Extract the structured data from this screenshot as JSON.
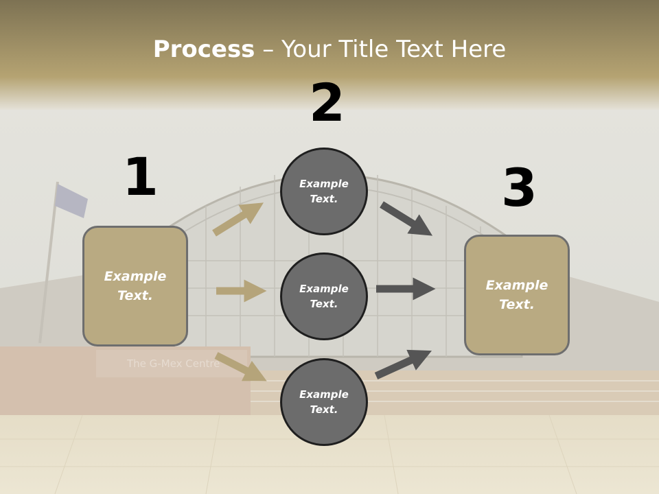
{
  "title": {
    "bold": "Process",
    "rest": " – Your Title Text Here"
  },
  "steps": {
    "one": "1",
    "two": "2",
    "three": "3"
  },
  "left_box": {
    "text": "Example\nText."
  },
  "right_box": {
    "text": "Example\nText."
  },
  "circles": [
    {
      "text": "Example\nText."
    },
    {
      "text": "Example\nText."
    },
    {
      "text": "Example\nText."
    }
  ],
  "background_label": "The G-Mex Centre",
  "colors": {
    "tan": "#b9aa82",
    "circle": "#6c6c6c",
    "arrow_tan": "#b5a47a",
    "arrow_gray": "#555555"
  }
}
